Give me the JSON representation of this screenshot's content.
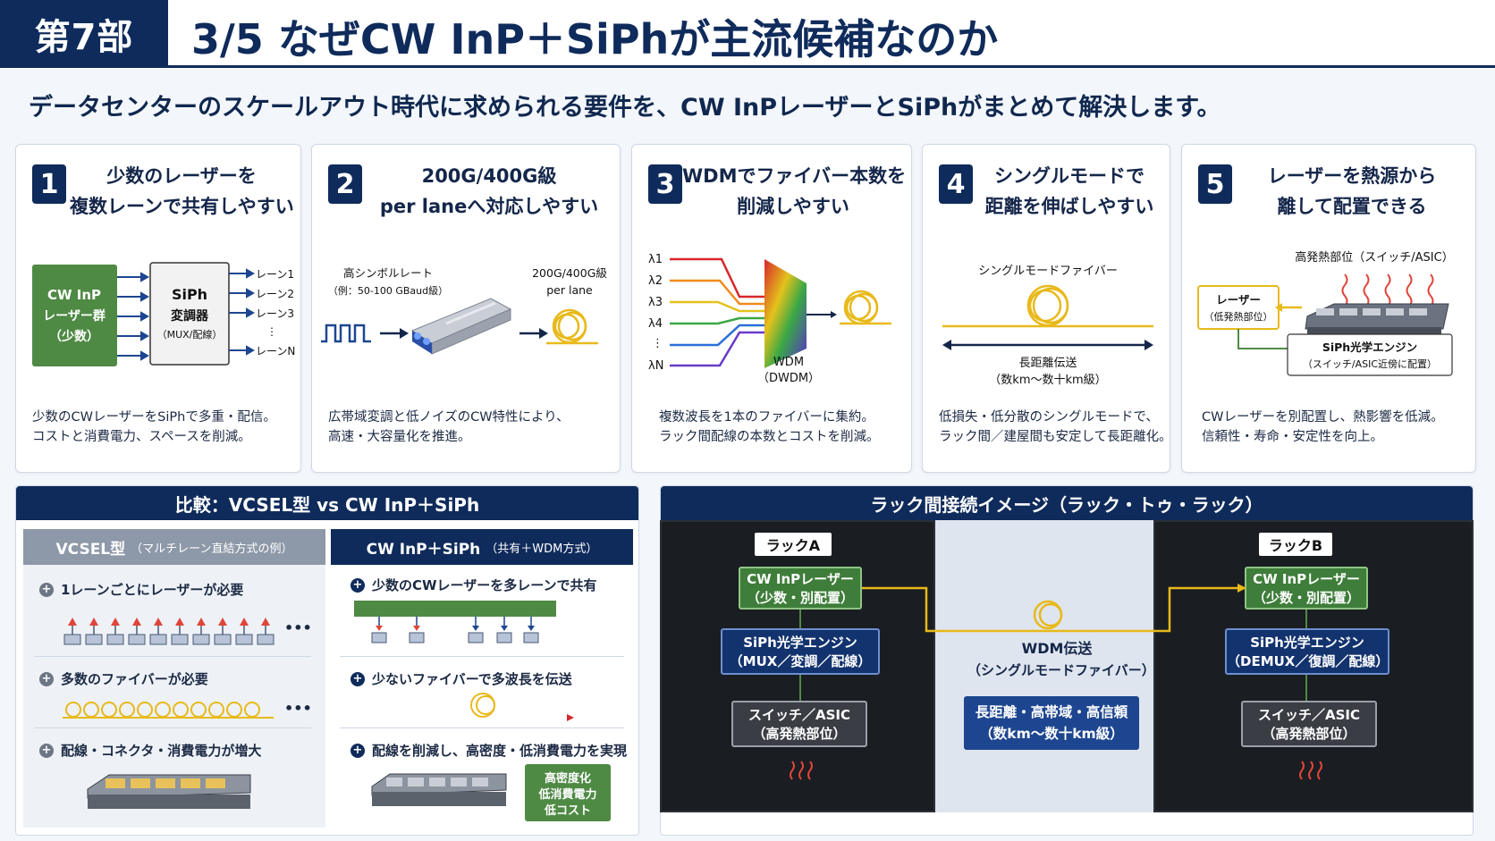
{
  "header": {
    "part": "第7部",
    "title": "3/5 なぜCW InP＋SiPhが主流候補なのか"
  },
  "subtitle": "データセンターのスケールアウト時代に求められる要件を、CW InPレーザーとSiPhがまとめて解決します。",
  "cards": [
    {
      "num": "1",
      "title_lines": [
        "少数のレーザーを",
        "複数レーンで共有しやすい"
      ],
      "desc_lines": [
        "少数のCWレーザーをSiPhで多重・配信。",
        "コストと消費電力、スペースを削減。"
      ],
      "illus": {
        "laser_lines": [
          "CW InP",
          "レーザー群",
          "（少数）"
        ],
        "siph_lines": [
          "SiPh",
          "変調器"
        ],
        "siph_sub": "（MUX/配線）",
        "lanes": [
          "レーン1",
          "レーン2",
          "レーン3",
          "⋮",
          "レーンN"
        ]
      }
    },
    {
      "num": "2",
      "title_lines": [
        "200G/400G級",
        "per laneへ対応しやすい"
      ],
      "desc_lines": [
        "広帯域変調と低ノイズのCW特性により、",
        "高速・大容量化を推進。"
      ],
      "illus": {
        "left_label_1": "高シンボルレート",
        "left_label_2": "（例：50-100 GBaud級）",
        "right_label_1": "200G/400G級",
        "right_label_2": "per lane"
      }
    },
    {
      "num": "3",
      "title_lines": [
        "WDMでファイバー本数を",
        "削減しやすい"
      ],
      "desc_lines": [
        "複数波長を1本のファイバーに集約。",
        "ラック間配線の本数とコストを削減。"
      ],
      "illus": {
        "lambdas": [
          "λ1",
          "λ2",
          "λ3",
          "λ4",
          "⋮",
          "λN"
        ],
        "wdm_label_1": "WDM",
        "wdm_label_2": "（DWDM）"
      }
    },
    {
      "num": "4",
      "title_lines": [
        "シングルモードで",
        "距離を伸ばしやすい"
      ],
      "desc_lines": [
        "低損失・低分散のシングルモードで、",
        "ラック間／建屋間も安定して長距離化。"
      ],
      "illus": {
        "fiber_label": "シングルモードファイバー",
        "dist_label_1": "長距離伝送",
        "dist_label_2": "（数km〜数十km級）"
      }
    },
    {
      "num": "5",
      "title_lines": [
        "レーザーを熱源から",
        "離して配置できる"
      ],
      "desc_lines": [
        "CWレーザーを別配置し、熱影響を低減。",
        "信頼性・寿命・安定性を向上。"
      ],
      "illus": {
        "heat_label": "高発熱部位（スイッチ/ASIC）",
        "laser_label_1": "レーザー",
        "laser_label_2": "（低発熱部位）",
        "engine_label_1": "SiPh光学エンジン",
        "engine_label_2": "（スイッチ/ASIC近傍に配置）"
      }
    }
  ],
  "comparison": {
    "title": "比較：VCSEL型 vs CW InP＋SiPh",
    "left_head": "VCSEL型",
    "left_head_small": "（マルチレーン直結方式の例）",
    "right_head": "CW InP＋SiPh",
    "right_head_small": "（共有＋WDM方式）",
    "left_rows": [
      "1レーンごとにレーザーが必要",
      "多数のファイバーが必要",
      "配線・コネクタ・消費電力が増大"
    ],
    "right_rows": [
      "少数のCWレーザーを多レーンで共有",
      "少ないファイバーで多波長を伝送",
      "配線を削減し、高密度・低消費電力を実現"
    ],
    "ellipsis": "•••",
    "benefit_lines": [
      "高密度化",
      "低消費電力",
      "低コスト"
    ]
  },
  "rack_section": {
    "title": "ラック間接続イメージ（ラック・トゥ・ラック）",
    "rack_a": "ラックA",
    "rack_b": "ラックB",
    "laser_lines": [
      "CW InPレーザー",
      "（少数・別配置）"
    ],
    "engine_a_lines": [
      "SiPh光学エンジン",
      "（MUX／変調／配線）"
    ],
    "engine_b_lines": [
      "SiPh光学エンジン",
      "（DEMUX／復調／配線）"
    ],
    "switch_lines": [
      "スイッチ／ASIC",
      "（高発熱部位）"
    ],
    "wdm_title": "WDM伝送",
    "wdm_sub": "（シングルモードファイバー）",
    "badge_lines": [
      "長距離・高帯域・高信頼",
      "（数km〜数十km級）"
    ]
  },
  "colors": {
    "navy": "#0f2b5b",
    "green": "#4f8a45",
    "fiber_yellow": "#e8b91a",
    "heat_red": "#e0453a"
  }
}
